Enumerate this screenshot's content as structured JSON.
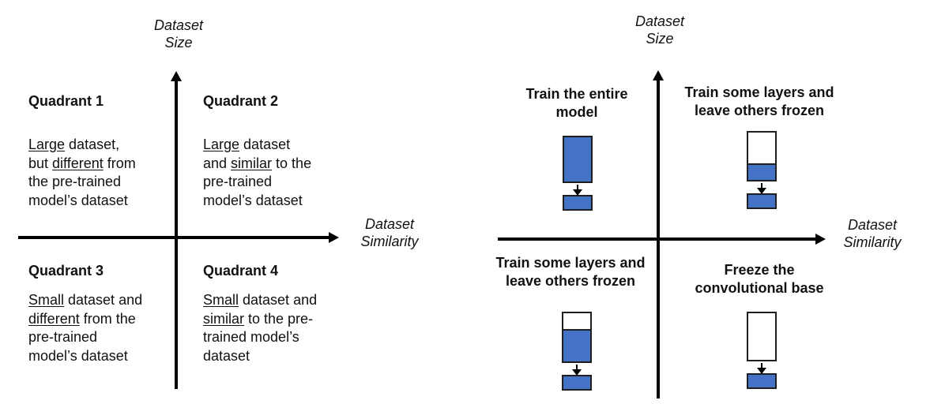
{
  "colors": {
    "trainable_blue": "#4472C4",
    "frozen_white": "#ffffff",
    "outline": "#1f1f1f",
    "axis_black": "#000000"
  },
  "left": {
    "y_label": {
      "line1": "Dataset",
      "line2": "Size"
    },
    "x_label": {
      "line1": "Dataset",
      "line2": "Similarity"
    },
    "quadrants": [
      {
        "title": "Quadrant 1",
        "lines": [
          [
            {
              "t": "Large",
              "u": true
            },
            {
              "t": " dataset,"
            }
          ],
          [
            {
              "t": "but "
            },
            {
              "t": "different",
              "u": true
            },
            {
              "t": " from"
            }
          ],
          [
            {
              "t": "the pre-trained"
            }
          ],
          [
            {
              "t": "model’s dataset"
            }
          ]
        ]
      },
      {
        "title": "Quadrant 2",
        "lines": [
          [
            {
              "t": "Large",
              "u": true
            },
            {
              "t": " dataset"
            }
          ],
          [
            {
              "t": "and "
            },
            {
              "t": "similar",
              "u": true
            },
            {
              "t": " to the"
            }
          ],
          [
            {
              "t": "pre-trained"
            }
          ],
          [
            {
              "t": "model’s dataset"
            }
          ]
        ]
      },
      {
        "title": "Quadrant 3",
        "lines": [
          [
            {
              "t": "Small",
              "u": true
            },
            {
              "t": " dataset and"
            }
          ],
          [
            {
              "t": "different",
              "u": true
            },
            {
              "t": " from the"
            }
          ],
          [
            {
              "t": "pre-trained"
            }
          ],
          [
            {
              "t": "model’s dataset"
            }
          ]
        ]
      },
      {
        "title": "Quadrant 4",
        "lines": [
          [
            {
              "t": "Small",
              "u": true
            },
            {
              "t": " dataset and"
            }
          ],
          [
            {
              "t": "similar",
              "u": true
            },
            {
              "t": " to the pre-"
            }
          ],
          [
            {
              "t": "trained model’s"
            }
          ],
          [
            {
              "t": "dataset"
            }
          ]
        ]
      }
    ]
  },
  "right": {
    "y_label": {
      "line1": "Dataset",
      "line2": "Size"
    },
    "x_label": {
      "line1": "Dataset",
      "line2": "Similarity"
    },
    "strategies": [
      {
        "title_line1": "Train the entire",
        "title_line2": "model",
        "frozen_h": 0,
        "trainable_h": 56
      },
      {
        "title_line1": "Train some layers and",
        "title_line2": "leave others frozen",
        "frozen_h": 39,
        "trainable_h": 19
      },
      {
        "title_line1": "Train some layers and",
        "title_line2": "leave others frozen",
        "frozen_h": 20,
        "trainable_h": 39
      },
      {
        "title_line1": "Freeze the",
        "title_line2": "convolutional base",
        "frozen_h": 59,
        "trainable_h": 0
      }
    ]
  }
}
